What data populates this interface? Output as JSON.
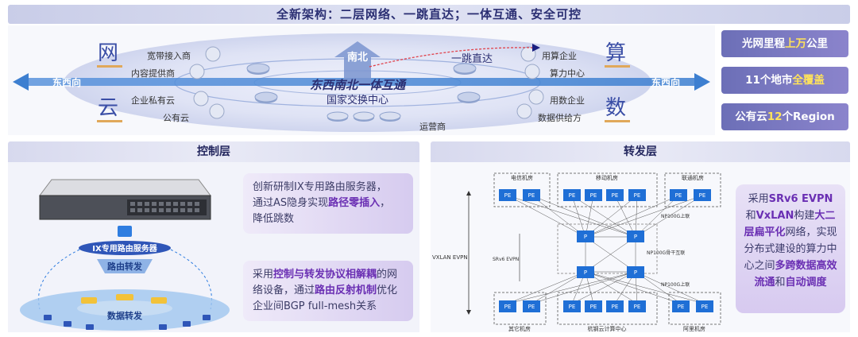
{
  "banner": {
    "title": "全新架构：二层网络、一跳直达；一体互通、安全可控"
  },
  "top": {
    "corner_left_top": "网",
    "corner_left_bottom": "云",
    "corner_right_top": "算",
    "corner_right_bottom": "数",
    "arrow_left": "东西向",
    "arrow_right": "东西向",
    "arrow_up": "南北",
    "center_title": "东西南北一体互通",
    "center_sub": "国家交换中心",
    "hop": "一跳直达",
    "labels_left": [
      "宽带接入商",
      "内容提供商",
      "企业私有云",
      "公有云"
    ],
    "labels_right": [
      "用算企业",
      "算力中心",
      "用数企业",
      "数据供给方"
    ],
    "operator": "运营商"
  },
  "stats": [
    {
      "pre": "光网里程",
      "hl": "上万",
      "post": "公里"
    },
    {
      "pre": "11个地市",
      "hl": "全覆盖",
      "post": ""
    },
    {
      "pre": "公有云",
      "hl": "12",
      "post": "个Region"
    }
  ],
  "control": {
    "title": "控制层",
    "device_label": "IX专用路由服务器",
    "route_forward": "路由转发",
    "data_forward": "数据转发",
    "callout1": {
      "part1": "创新研制IX专用路由服务器，",
      "part2": "通过AS隐身实现",
      "hl": "路径零插入",
      "part3": "，",
      "part4": "降低跳数"
    },
    "callout2": {
      "part1": "采用",
      "hl1": "控制与转发协议相解耦",
      "part2": "的网络设备，通过",
      "hl2": "路由反射机制",
      "part3": "优化企业间BGP full-mesh关系"
    }
  },
  "forward": {
    "title": "转发层",
    "room_telecom": "电信机房",
    "room_mobile": "移动机房",
    "room_unicom": "联通机房",
    "room_other": "其它机房",
    "room_hangzhou": "杭钢云计算中心",
    "room_alibaba": "阿里机房",
    "node_pe": "PE",
    "node_p": "P",
    "label_vxlan": "VXLAN EVPN",
    "label_srv6": "SRv6 EVPN",
    "label_np1": "NP100G上联",
    "label_np2": "NP100G骨干互联",
    "label_np3": "NP100G上联",
    "callout": {
      "part1": "采用",
      "hl1": "SRv6 EVPN",
      "part2": "和",
      "hl2": "VxLAN",
      "part3": "构建",
      "hl3": "大二层扁平化",
      "part4": "网络，实现分布式建设的算力中心之间",
      "hl4": "多跨数据高效流通",
      "part5": "和",
      "hl5": "自动调度"
    }
  },
  "colors": {
    "accent": "#2b2f73",
    "highlight": "#6a2fb3",
    "stat_bg": "#7a76c0",
    "pe_blue": "#1f6fd6",
    "arrow_blue": "#3d7fd0"
  }
}
